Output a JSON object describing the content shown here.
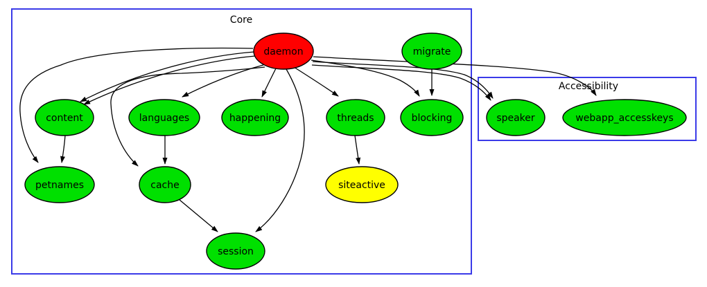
{
  "diagram": {
    "type": "dependency-graph",
    "colors": {
      "node_default": "#00e000",
      "node_root": "#ff0000",
      "node_warning": "#ffff00",
      "cluster_border": "#3a3ae8",
      "edge": "#000000",
      "background": "#ffffff"
    },
    "clusters": {
      "core": {
        "label": "Core"
      },
      "accessibility": {
        "label": "Accessibility"
      }
    },
    "nodes": {
      "daemon": {
        "label": "daemon",
        "color": "#ff0000",
        "cluster": "Core"
      },
      "migrate": {
        "label": "migrate",
        "color": "#00e000",
        "cluster": "Core"
      },
      "content": {
        "label": "content",
        "color": "#00e000",
        "cluster": "Core"
      },
      "languages": {
        "label": "languages",
        "color": "#00e000",
        "cluster": "Core"
      },
      "happening": {
        "label": "happening",
        "color": "#00e000",
        "cluster": "Core"
      },
      "threads": {
        "label": "threads",
        "color": "#00e000",
        "cluster": "Core"
      },
      "blocking": {
        "label": "blocking",
        "color": "#00e000",
        "cluster": "Core"
      },
      "speaker": {
        "label": "speaker",
        "color": "#00e000",
        "cluster": "Accessibility"
      },
      "webapp_accesskeys": {
        "label": "webapp_accesskeys",
        "color": "#00e000",
        "cluster": "Accessibility"
      },
      "petnames": {
        "label": "petnames",
        "color": "#00e000",
        "cluster": "Core"
      },
      "cache": {
        "label": "cache",
        "color": "#00e000",
        "cluster": "Core"
      },
      "siteactive": {
        "label": "siteactive",
        "color": "#ffff00",
        "cluster": "Core"
      },
      "session": {
        "label": "session",
        "color": "#00e000",
        "cluster": "Core"
      }
    },
    "edges": [
      {
        "from": "daemon",
        "to": "content"
      },
      {
        "from": "daemon",
        "to": "content"
      },
      {
        "from": "daemon",
        "to": "petnames"
      },
      {
        "from": "daemon",
        "to": "languages"
      },
      {
        "from": "daemon",
        "to": "cache"
      },
      {
        "from": "daemon",
        "to": "happening"
      },
      {
        "from": "daemon",
        "to": "threads"
      },
      {
        "from": "daemon",
        "to": "blocking"
      },
      {
        "from": "daemon",
        "to": "session"
      },
      {
        "from": "daemon",
        "to": "speaker"
      },
      {
        "from": "daemon",
        "to": "speaker"
      },
      {
        "from": "daemon",
        "to": "webapp_accesskeys"
      },
      {
        "from": "migrate",
        "to": "blocking"
      },
      {
        "from": "content",
        "to": "petnames"
      },
      {
        "from": "languages",
        "to": "cache"
      },
      {
        "from": "threads",
        "to": "siteactive"
      },
      {
        "from": "cache",
        "to": "session"
      }
    ]
  }
}
